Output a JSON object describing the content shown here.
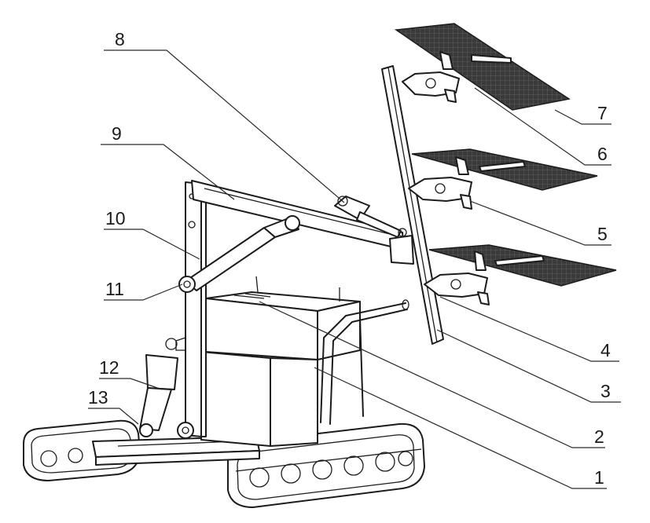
{
  "diagram": {
    "callouts": [
      {
        "id": "1",
        "label": "1"
      },
      {
        "id": "2",
        "label": "2"
      },
      {
        "id": "3",
        "label": "3"
      },
      {
        "id": "4",
        "label": "4"
      },
      {
        "id": "5",
        "label": "5"
      },
      {
        "id": "6",
        "label": "6"
      },
      {
        "id": "7",
        "label": "7"
      },
      {
        "id": "8",
        "label": "8"
      },
      {
        "id": "9",
        "label": "9"
      },
      {
        "id": "10",
        "label": "10"
      },
      {
        "id": "11",
        "label": "11"
      },
      {
        "id": "12",
        "label": "12"
      },
      {
        "id": "13",
        "label": "13"
      }
    ],
    "colors": {
      "line": "#1c1c1c",
      "panel": "#333333",
      "background": "#ffffff"
    }
  }
}
